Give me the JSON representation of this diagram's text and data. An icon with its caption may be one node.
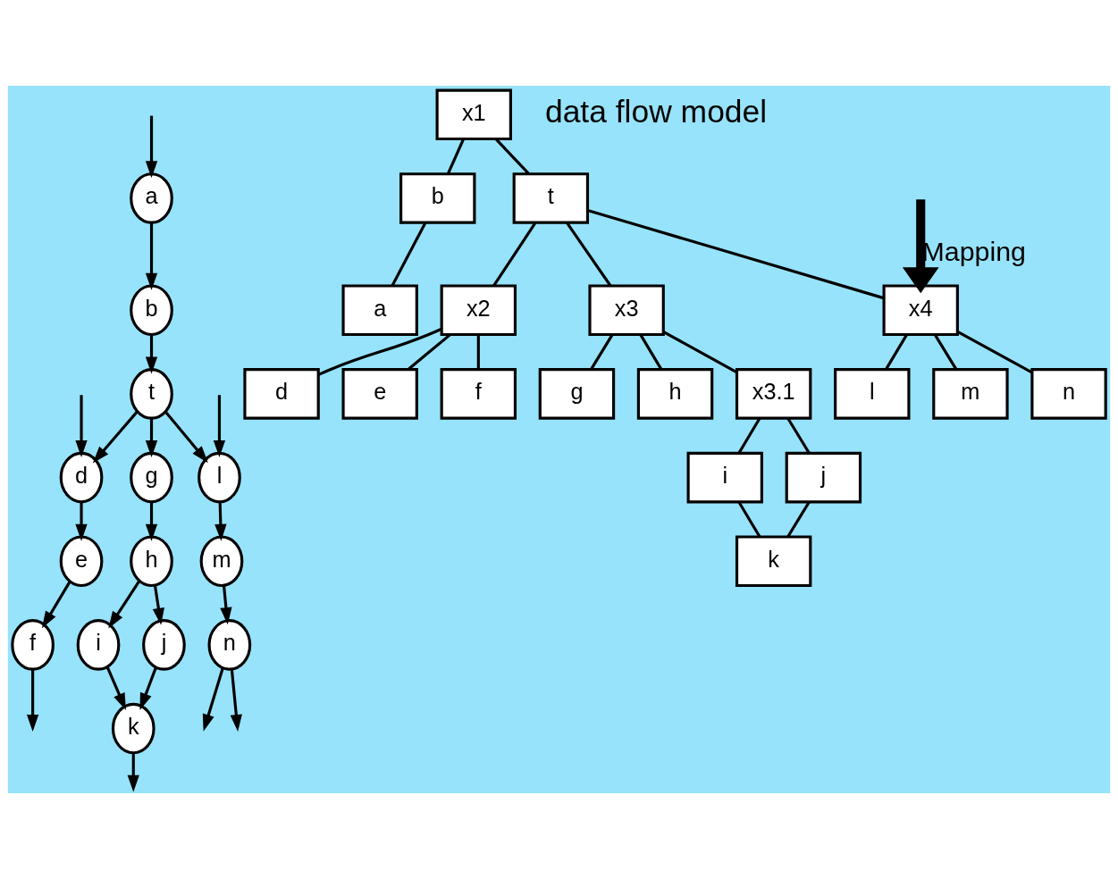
{
  "diagram": {
    "nodes": [
      {
        "text": [
          "a"
        ]
      },
      {
        "text": [
          "b"
        ]
      },
      {
        "text": [
          "t"
        ]
      },
      {
        "text": [
          "d"
        ]
      },
      {
        "text": [
          "e"
        ]
      },
      {
        "text": [
          "f"
        ]
      },
      {
        "text": [
          "g"
        ]
      },
      {
        "text": [
          "h"
        ]
      },
      {
        "text": [
          "i"
        ]
      },
      {
        "text": [
          "j"
        ]
      },
      {
        "text": [
          "k"
        ]
      },
      {
        "text": [
          "l"
        ]
      },
      {
        "text": [
          "m"
        ]
      },
      {
        "text": [
          "n"
        ]
      },
      {
        "text": [
          "x1"
        ]
      },
      {
        "text": [
          "b"
        ]
      },
      {
        "text": [
          "a"
        ]
      },
      {
        "text": [
          "t"
        ]
      },
      {
        "text": [
          "x2"
        ]
      },
      {
        "text": [
          "d"
        ]
      },
      {
        "text": [
          "e"
        ]
      },
      {
        "text": [
          "f"
        ]
      },
      {
        "text": [
          "x3"
        ]
      },
      {
        "text": [
          "g"
        ]
      },
      {
        "text": [
          "h"
        ]
      },
      {
        "text": [
          "x3.1"
        ]
      },
      {
        "text": [
          "i"
        ]
      },
      {
        "text": [
          "j"
        ]
      },
      {
        "text": [
          "k"
        ]
      },
      {
        "text": [
          "x4"
        ]
      },
      {
        "text": [
          "l"
        ]
      },
      {
        "text": [
          "m"
        ]
      },
      {
        "text": [
          "n"
        ]
      }
    ],
    "edges": [
      {
        "from": null,
        "to": 0,
        "arrow": "to"
      },
      {
        "from": 0,
        "to": 1,
        "arrow": "to"
      },
      {
        "from": 1,
        "to": 2,
        "arrow": "to"
      },
      {
        "from": 2,
        "to": 3,
        "arrow": "to"
      },
      {
        "from": null,
        "to": 3,
        "arrow": "to"
      },
      {
        "from": 3,
        "to": 4,
        "arrow": "to"
      },
      {
        "from": 4,
        "to": 5,
        "arrow": "to"
      },
      {
        "from": 5,
        "to": null,
        "arrow": "to"
      },
      {
        "from": 2,
        "to": 6,
        "arrow": "to"
      },
      {
        "from": 2,
        "to": 11,
        "arrow": "to"
      },
      {
        "from": 6,
        "to": 7,
        "arrow": "to"
      },
      {
        "from": 7,
        "to": 8,
        "arrow": "to"
      },
      {
        "from": 7,
        "to": 9,
        "arrow": "to"
      },
      {
        "from": 8,
        "to": 10,
        "arrow": "to"
      },
      {
        "from": 9,
        "to": 10,
        "arrow": "to"
      },
      {
        "from": 10,
        "to": null,
        "arrow": "to"
      },
      {
        "from": null,
        "to": 11,
        "arrow": "to"
      },
      {
        "from": 11,
        "to": 12,
        "arrow": "to"
      },
      {
        "from": 12,
        "to": 13,
        "arrow": "to"
      },
      {
        "from": 13,
        "to": null,
        "arrow": "to"
      },
      {
        "from": 13,
        "to": null,
        "arrow": "to"
      },
      {
        "from": null,
        "to": 29,
        "arrow": "to",
        "label": "Mapping",
        "style": "thick"
      },
      {
        "from": 14,
        "to": 15,
        "arrow": "none"
      },
      {
        "from": 14,
        "to": 17,
        "arrow": "none"
      },
      {
        "from": 15,
        "to": 16,
        "arrow": "none"
      },
      {
        "from": 17,
        "to": 18,
        "arrow": "none"
      },
      {
        "from": 17,
        "to": 22,
        "arrow": "none"
      },
      {
        "from": 17,
        "to": 29,
        "arrow": "none"
      },
      {
        "from": 18,
        "to": 19,
        "arrow": "none"
      },
      {
        "from": 18,
        "to": 20,
        "arrow": "none"
      },
      {
        "from": 18,
        "to": 21,
        "arrow": "none"
      },
      {
        "from": 22,
        "to": 23,
        "arrow": "none"
      },
      {
        "from": 22,
        "to": 24,
        "arrow": "none"
      },
      {
        "from": 22,
        "to": 25,
        "arrow": "none"
      },
      {
        "from": 25,
        "to": 26,
        "arrow": "none"
      },
      {
        "from": 25,
        "to": 27,
        "arrow": "none"
      },
      {
        "from": 26,
        "to": 28,
        "arrow": "none"
      },
      {
        "from": 27,
        "to": 28,
        "arrow": "none"
      },
      {
        "from": 29,
        "to": 30,
        "arrow": "none"
      },
      {
        "from": 29,
        "to": 31,
        "arrow": "none"
      },
      {
        "from": 29,
        "to": 32,
        "arrow": "none"
      }
    ],
    "labels": [
      "data flow model"
    ]
  }
}
